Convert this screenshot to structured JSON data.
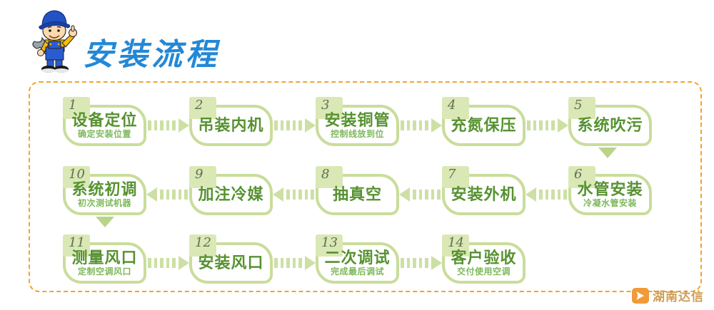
{
  "header": {
    "title": "安装流程"
  },
  "steps": [
    {
      "num": "1",
      "title": "设备定位",
      "subtitle": "确定安装位置"
    },
    {
      "num": "2",
      "title": "吊装内机",
      "subtitle": ""
    },
    {
      "num": "3",
      "title": "安装铜管",
      "subtitle": "控制线放到位"
    },
    {
      "num": "4",
      "title": "充氮保压",
      "subtitle": ""
    },
    {
      "num": "5",
      "title": "系统吹污",
      "subtitle": ""
    },
    {
      "num": "6",
      "title": "水管安装",
      "subtitle": "冷凝水管安装"
    },
    {
      "num": "7",
      "title": "安装外机",
      "subtitle": ""
    },
    {
      "num": "8",
      "title": "抽真空",
      "subtitle": ""
    },
    {
      "num": "9",
      "title": "加注冷媒",
      "subtitle": ""
    },
    {
      "num": "10",
      "title": "系统初调",
      "subtitle": "初次测试机器"
    },
    {
      "num": "11",
      "title": "测量风口",
      "subtitle": "定制空调风口"
    },
    {
      "num": "12",
      "title": "安装风口",
      "subtitle": ""
    },
    {
      "num": "13",
      "title": "二次调试",
      "subtitle": "完成最后调试"
    },
    {
      "num": "14",
      "title": "客户验收",
      "subtitle": "交付使用空调"
    }
  ],
  "watermark": {
    "text": "湖南达信"
  },
  "colors": {
    "title_blue": "#2488d6",
    "frame_orange": "#f5a327",
    "box_border_green": "#c9dd9b",
    "tab_green": "#dae8b6",
    "step_text_green": "#569230",
    "step_subtext_green": "#7eb85c",
    "arrow_green": "#cde0a4",
    "watermark_orange": "#f09a3a"
  }
}
